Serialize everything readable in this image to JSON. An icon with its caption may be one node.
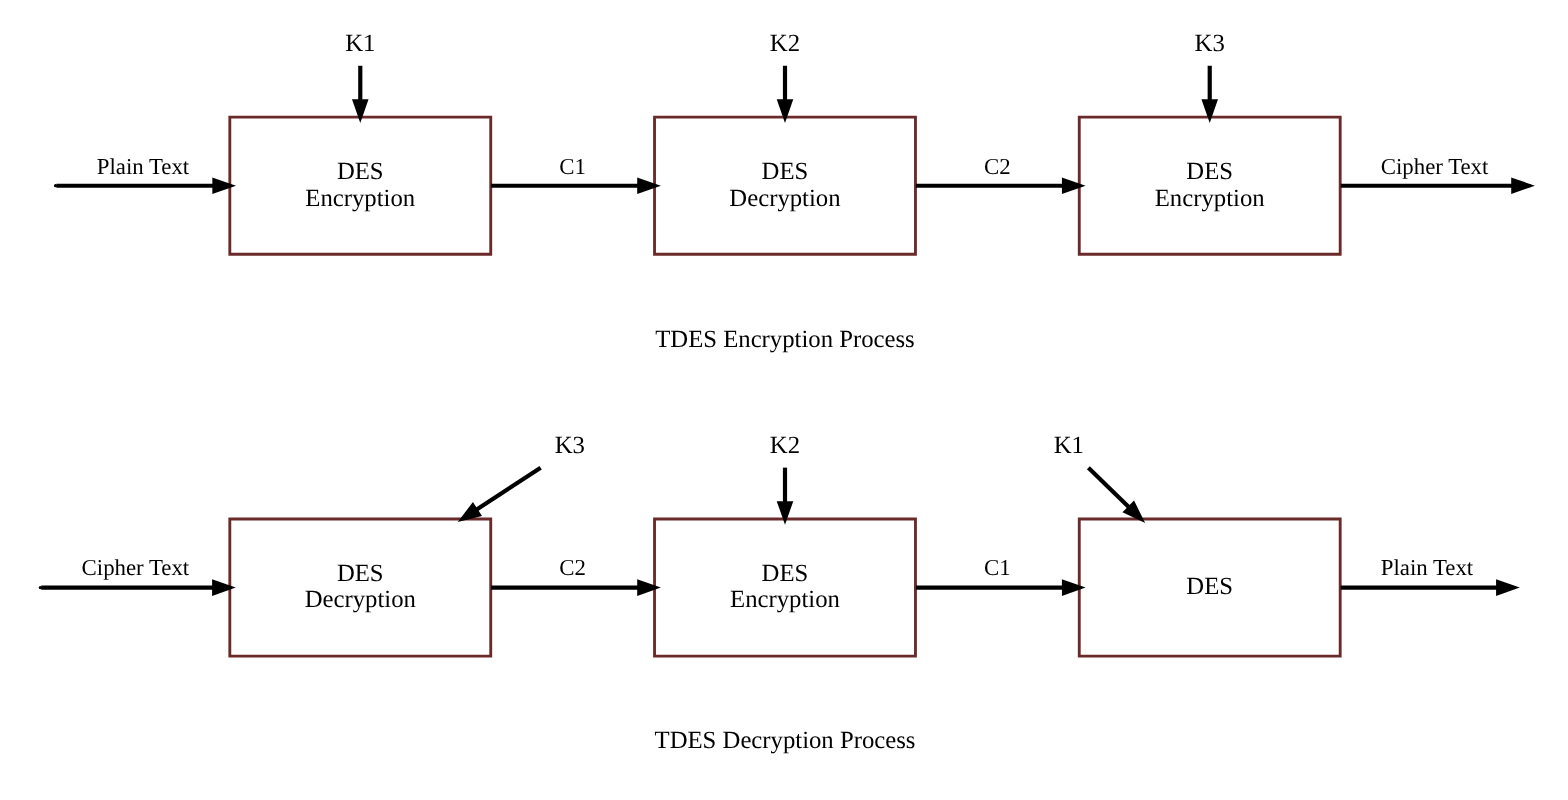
{
  "diagram": {
    "nodes": [
      {
        "text": [
          "K1"
        ]
      },
      {
        "text": [
          "K2"
        ]
      },
      {
        "text": [
          "K3"
        ]
      },
      {
        "text": [
          "DES",
          "Encryption"
        ]
      },
      {
        "text": [
          "DES",
          "Decryption"
        ]
      },
      {
        "text": [
          "DES",
          "Encryption"
        ]
      },
      {
        "text": [
          "K3"
        ]
      },
      {
        "text": [
          "K2"
        ]
      },
      {
        "text": [
          "K1"
        ]
      },
      {
        "text": [
          "DES",
          "Decryption"
        ]
      },
      {
        "text": [
          "DES",
          "Encryption"
        ]
      },
      {
        "text": [
          "DES"
        ]
      }
    ],
    "edges": [
      {
        "from": 0,
        "to": 3,
        "arrow": "to"
      },
      {
        "from": 1,
        "to": 4,
        "arrow": "to"
      },
      {
        "from": 2,
        "to": 5,
        "arrow": "to"
      },
      {
        "from": null,
        "to": 3,
        "arrow": "to",
        "label": "Plain Text"
      },
      {
        "from": 3,
        "to": 4,
        "arrow": "to",
        "label": "C1"
      },
      {
        "from": 4,
        "to": 5,
        "arrow": "to",
        "label": "C2"
      },
      {
        "from": 5,
        "to": null,
        "arrow": "to",
        "label": "Cipher Text"
      },
      {
        "from": 6,
        "to": 9,
        "arrow": "to"
      },
      {
        "from": 7,
        "to": 10,
        "arrow": "to"
      },
      {
        "from": 8,
        "to": 11,
        "arrow": "to"
      },
      {
        "from": null,
        "to": 9,
        "arrow": "to",
        "label": "Cipher Text"
      },
      {
        "from": 9,
        "to": 10,
        "arrow": "to",
        "label": "C2"
      },
      {
        "from": 10,
        "to": 11,
        "arrow": "to",
        "label": "C1"
      },
      {
        "from": 11,
        "to": null,
        "arrow": "to",
        "label": "Plain Text"
      }
    ],
    "labels": [
      "TDES Encryption Process",
      "TDES Decryption Process"
    ]
  }
}
